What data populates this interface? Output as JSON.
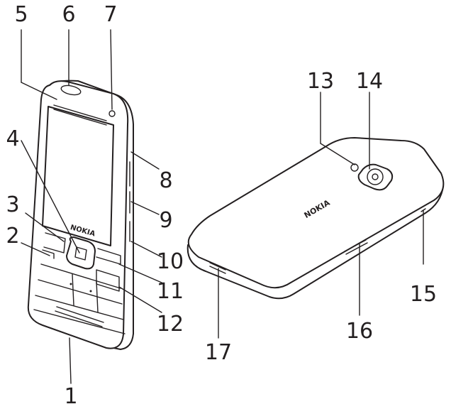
{
  "diagram": {
    "brand_front": "NOKIA",
    "brand_back": "NOKIA",
    "callouts": [
      "1",
      "2",
      "3",
      "4",
      "5",
      "6",
      "7",
      "8",
      "9",
      "10",
      "11",
      "12",
      "13",
      "14",
      "15",
      "16",
      "17"
    ],
    "colors": {
      "ink": "#231f20",
      "background": "#ffffff"
    }
  }
}
